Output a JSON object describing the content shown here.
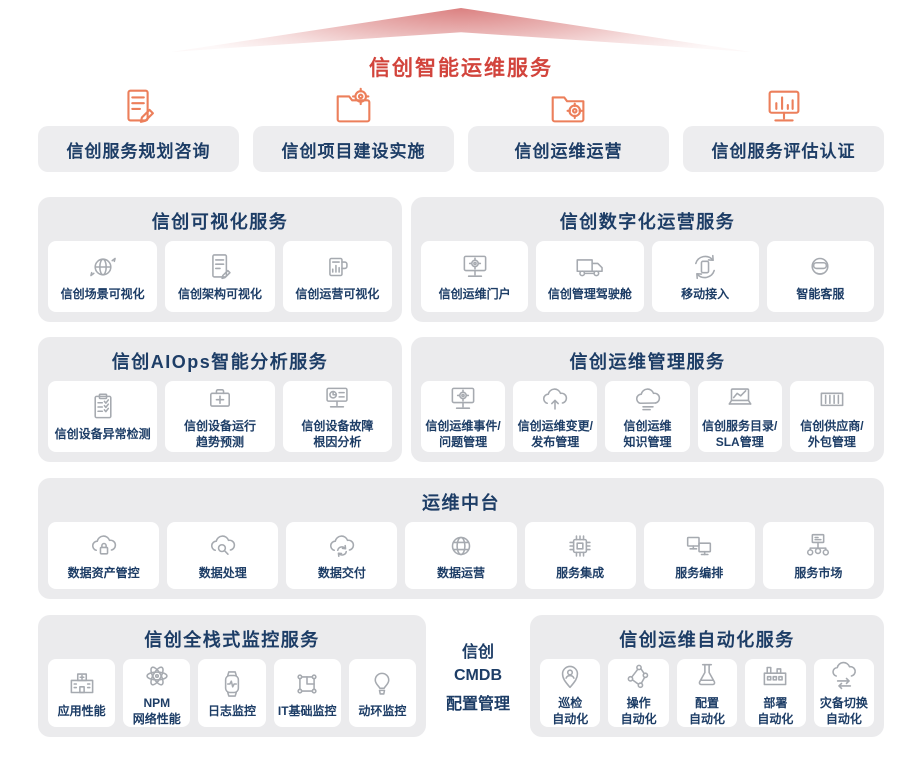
{
  "title": "信创智能运维服务",
  "colors": {
    "accent_red": "#d2443c",
    "navy": "#1d3d66",
    "orange_icon": "#ec7f5b",
    "gray_icon": "#a6aab0",
    "section_bg": "#ebebed"
  },
  "top_row": {
    "items": [
      {
        "label": "信创服务规划咨询",
        "icon": "clipboard-pencil-icon",
        "name": "top-card-planning"
      },
      {
        "label": "信创项目建设实施",
        "icon": "folder-gear-icon",
        "name": "top-card-implementation"
      },
      {
        "label": "信创运维运营",
        "icon": "folder-gear2-icon",
        "name": "top-card-operations"
      },
      {
        "label": "信创服务评估认证",
        "icon": "monitor-bars-icon",
        "name": "top-card-certification"
      }
    ]
  },
  "sections": {
    "visualization": {
      "title": "信创可视化服务",
      "items": [
        {
          "label": "信创场景可视化",
          "icon": "globe-arrows-icon"
        },
        {
          "label": "信创架构可视化",
          "icon": "document-pencil-icon"
        },
        {
          "label": "信创运营可视化",
          "icon": "mug-chart-icon"
        }
      ]
    },
    "digital_operation": {
      "title": "信创数字化运营服务",
      "items": [
        {
          "label": "信创运维门户",
          "icon": "monitor-gear-icon"
        },
        {
          "label": "信创管理驾驶舱",
          "icon": "truck-icon"
        },
        {
          "label": "移动接入",
          "icon": "sync-phone-icon"
        },
        {
          "label": "智能客服",
          "icon": "headset-robot-icon"
        }
      ]
    },
    "aiops": {
      "title": "信创AIOps智能分析服务",
      "items": [
        {
          "label": "信创设备异常检测",
          "icon": "clipboard-check-icon"
        },
        {
          "label": "信创设备运行\n趋势预测",
          "icon": "medkit-icon"
        },
        {
          "label": "信创设备故障\n根因分析",
          "icon": "monitor-pie-icon"
        }
      ]
    },
    "ops_management": {
      "title": "信创运维管理服务",
      "items": [
        {
          "label": "信创运维事件/\n问题管理",
          "icon": "monitor-gear-icon"
        },
        {
          "label": "信创运维变更/\n发布管理",
          "icon": "cloud-up-icon"
        },
        {
          "label": "信创运维\n知识管理",
          "icon": "cloud-doc-icon"
        },
        {
          "label": "信创服务目录/\nSLA管理",
          "icon": "laptop-chart-icon"
        },
        {
          "label": "信创供应商/\n外包管理",
          "icon": "container-icon"
        }
      ]
    },
    "middle_platform": {
      "title": "运维中台",
      "items": [
        {
          "label": "数据资产管控",
          "icon": "cloud-lock-icon"
        },
        {
          "label": "数据处理",
          "icon": "cloud-search-icon"
        },
        {
          "label": "数据交付",
          "icon": "cloud-sync-icon"
        },
        {
          "label": "数据运营",
          "icon": "globe-grid-icon"
        },
        {
          "label": "服务集成",
          "icon": "chip-icon"
        },
        {
          "label": "服务编排",
          "icon": "dual-screen-icon"
        },
        {
          "label": "服务市场",
          "icon": "server-nodes-icon"
        }
      ]
    },
    "monitoring": {
      "title": "信创全栈式监控服务",
      "items": [
        {
          "label": "应用性能",
          "icon": "hospital-icon"
        },
        {
          "label": "NPM\n网络性能",
          "icon": "atom-icon"
        },
        {
          "label": "日志监控",
          "icon": "watch-icon"
        },
        {
          "label": "IT基础监控",
          "icon": "circuit-icon"
        },
        {
          "label": "动环监控",
          "icon": "balloon-icon"
        }
      ]
    },
    "cmdb": {
      "lines": [
        "信创",
        "CMDB",
        "配置管理"
      ]
    },
    "automation": {
      "title": "信创运维自动化服务",
      "items": [
        {
          "label": "巡检\n自动化",
          "icon": "pin-person-icon"
        },
        {
          "label": "操作\n自动化",
          "icon": "molecule-icon"
        },
        {
          "label": "配置\n自动化",
          "icon": "flask-icon"
        },
        {
          "label": "部署\n自动化",
          "icon": "factory-icon"
        },
        {
          "label": "灾备切换\n自动化",
          "icon": "cloud-switch-icon"
        }
      ]
    }
  }
}
